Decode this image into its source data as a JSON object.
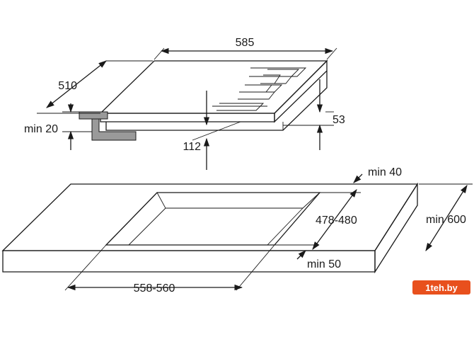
{
  "hob": {
    "width_label": "585",
    "depth_label": "510",
    "height_label": "53",
    "clearance_label": "112",
    "min_side_label": "min 20"
  },
  "cutout": {
    "min_back_label": "min 40",
    "depth_label": "478-480",
    "worktop_depth_label": "min 600",
    "min_front_label": "min 50",
    "width_label": "558-560"
  },
  "watermark": {
    "text": "1teh.by",
    "color": "#e8501d"
  }
}
